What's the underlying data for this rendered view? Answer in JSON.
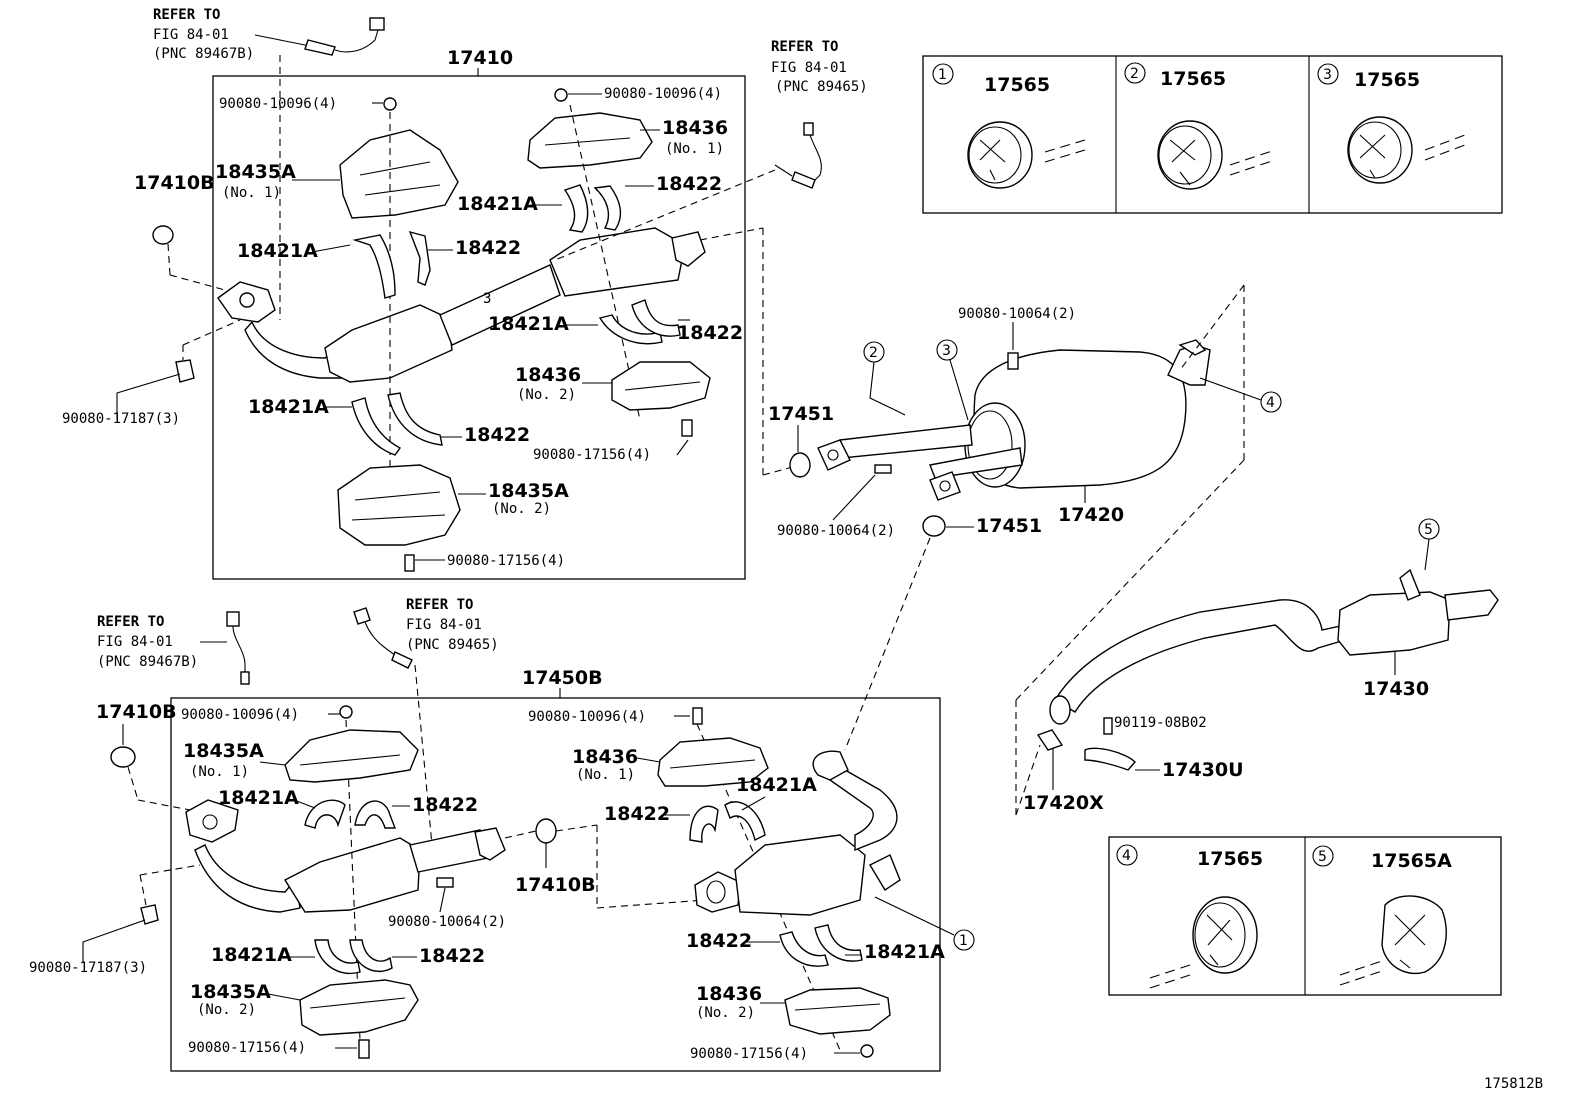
{
  "refs": {
    "fig": "REFER TO",
    "fig_line": "FIG 84-01",
    "pnc_a": "(PNC 89467B)",
    "pnc_b": "(PNC 89465)"
  },
  "parts": {
    "p17410": "17410",
    "p17450b": "17450B",
    "p17410b": "17410B",
    "p18435a": "18435A",
    "p18436": "18436",
    "p18421a": "18421A",
    "p18422": "18422",
    "p17451": "17451",
    "p17420": "17420",
    "p17430": "17430",
    "p17420x": "17420X",
    "p17430u": "17430U",
    "p17565": "17565",
    "p17565a": "17565A",
    "no1": "(No. 1)",
    "no2": "(No. 2)",
    "b10096": "90080-10096(4)",
    "b17187": "90080-17187(3)",
    "b17156": "90080-17156(4)",
    "b10064_2": "90080-10064(2)",
    "b08b02": "90119-08B02"
  },
  "callouts": [
    "1",
    "2",
    "3",
    "4",
    "5"
  ],
  "figure_id": "175812B"
}
